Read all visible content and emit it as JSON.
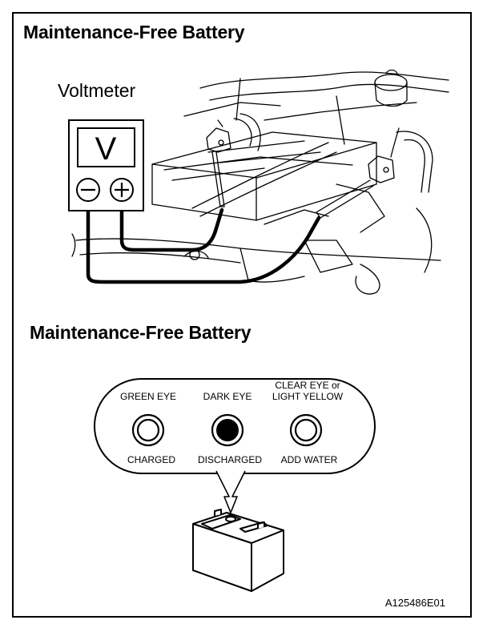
{
  "titles": {
    "top": "Maintenance-Free Battery",
    "bottom": "Maintenance-Free Battery"
  },
  "voltmeter": {
    "label": "Voltmeter",
    "display": "V",
    "negative": "−",
    "positive": "+"
  },
  "indicator": {
    "eyes": [
      {
        "top_label": "GREEN EYE",
        "bottom_label": "CHARGED",
        "state": "clear"
      },
      {
        "top_label": "DARK EYE",
        "bottom_label": "DISCHARGED",
        "state": "dark"
      },
      {
        "top_label_line1": "CLEAR EYE or",
        "top_label_line2": "LIGHT YELLOW",
        "bottom_label": "ADD WATER",
        "state": "clear"
      }
    ]
  },
  "figure_id": "A125486E01",
  "colors": {
    "ink": "#000000",
    "paper": "#ffffff",
    "dark_eye": "#000000"
  }
}
